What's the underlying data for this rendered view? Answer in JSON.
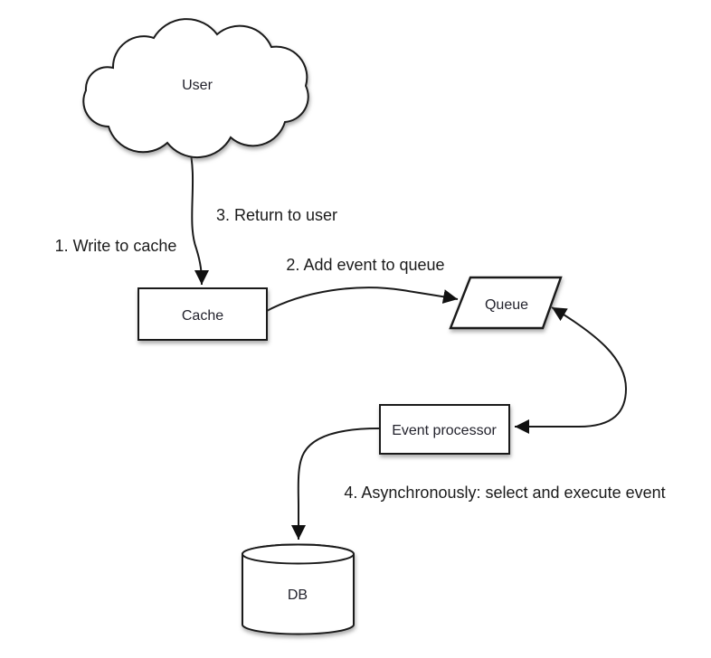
{
  "diagram": {
    "nodes": {
      "user": {
        "label": "User",
        "shape": "cloud"
      },
      "cache": {
        "label": "Cache",
        "shape": "rectangle"
      },
      "queue": {
        "label": "Queue",
        "shape": "parallelogram"
      },
      "event_processor": {
        "label": "Event processor",
        "shape": "rectangle"
      },
      "db": {
        "label": "DB",
        "shape": "cylinder"
      }
    },
    "edge_labels": {
      "step1": "1. Write to cache",
      "step2": "2. Add event to queue",
      "step3": "3. Return to user",
      "step4": "4. Asynchronously: select and execute event"
    },
    "colors": {
      "background": "#ffffff",
      "stroke": "#1a1a1a",
      "shape_fill": "#ffffff",
      "text": "#23232d"
    }
  }
}
